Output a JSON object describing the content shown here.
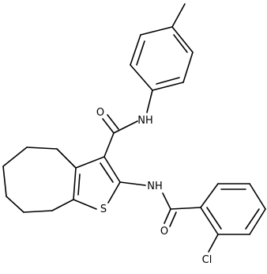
{
  "atom_labels": {
    "o_amide": "O",
    "nh_amide": "NH",
    "nh_lower": "NH",
    "sulfur": "S",
    "o_benzoyl": "O",
    "chlorine": "Cl"
  },
  "colors": {
    "bond": "#000000",
    "background": "#ffffff"
  }
}
